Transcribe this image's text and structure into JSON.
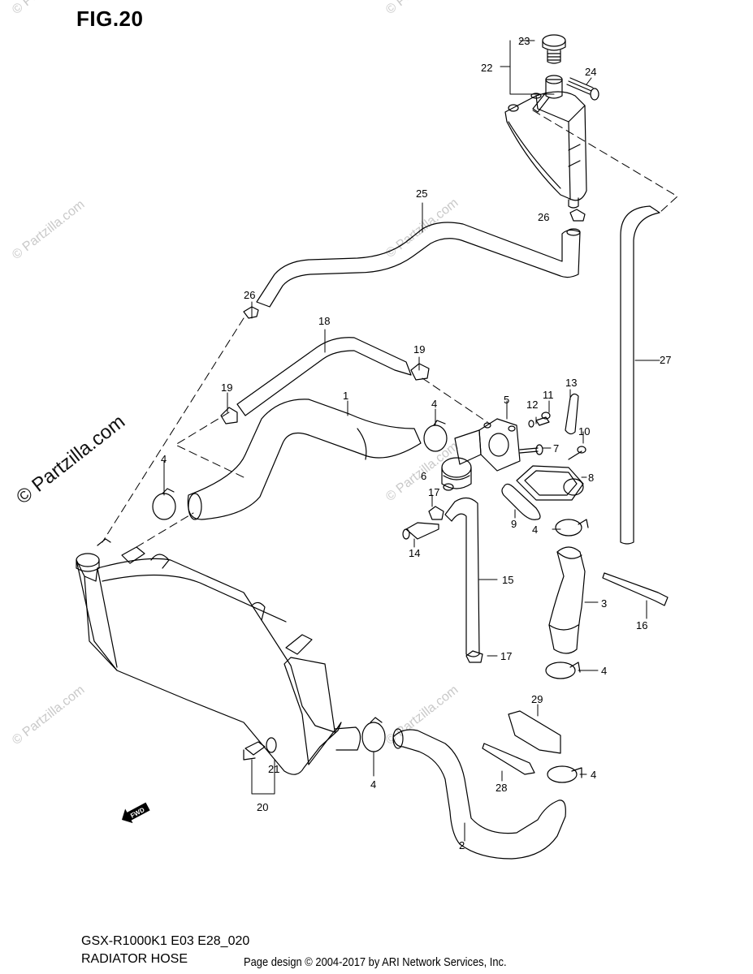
{
  "header": {
    "figure_label": "FIG.20"
  },
  "footer": {
    "model_code": "GSX-R1000K1 E03 E28_020",
    "section_name": "RADIATOR HOSE",
    "credit": "Page design © 2004-2017 by ARI Network Services, Inc."
  },
  "watermark": {
    "text": "© Partzilla.com"
  },
  "orientation_badge": {
    "text": "FWD"
  },
  "callouts": [
    "1",
    "2",
    "3",
    "4",
    "5",
    "6",
    "7",
    "8",
    "9",
    "10",
    "11",
    "12",
    "13",
    "14",
    "15",
    "16",
    "17",
    "18",
    "19",
    "20",
    "21",
    "22",
    "23",
    "24",
    "25",
    "26",
    "27",
    "28",
    "29"
  ],
  "callout_labels": {
    "n1": "1",
    "n2": "2",
    "n3": "3",
    "n4a": "4",
    "n4b": "4",
    "n4c": "4",
    "n4d": "4",
    "n4e": "4",
    "n4f": "4",
    "n5": "5",
    "n6": "6",
    "n7": "7",
    "n8": "8",
    "n9": "9",
    "n10": "10",
    "n11": "11",
    "n12": "12",
    "n13": "13",
    "n14": "14",
    "n15": "15",
    "n16": "16",
    "n17a": "17",
    "n17b": "17",
    "n18": "18",
    "n19a": "19",
    "n19b": "19",
    "n20": "20",
    "n21": "21",
    "n22": "22",
    "n23": "23",
    "n24": "24",
    "n25": "25",
    "n26a": "26",
    "n26b": "26",
    "n27": "27",
    "n28": "28",
    "n29": "29"
  },
  "colors": {
    "line": "#000000",
    "watermark": "#c9c9c9",
    "background": "#ffffff"
  }
}
